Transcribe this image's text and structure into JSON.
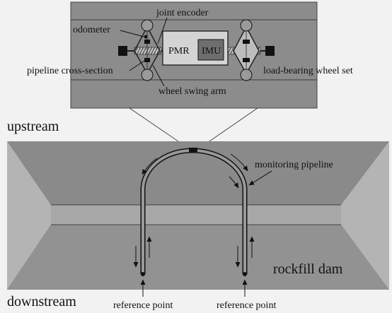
{
  "labels": {
    "joint_encoder": "joint encoder",
    "odometer": "odometer",
    "pmr": "PMR",
    "imu": "IMU",
    "pipeline_cross_section": "pipeline cross-section",
    "load_bearing_wheel_set": "load-bearing wheel set",
    "wheel_swing_arm": "wheel swing arm",
    "upstream": "upstream",
    "monitoring_pipeline": "monitoring pipeline",
    "rockfill_dam": "rockfill dam",
    "downstream": "downstream",
    "reference_point_left": "reference point",
    "reference_point_right": "reference point"
  },
  "colors": {
    "page_background": "#f2f2f2",
    "inset_background": "#8c8c8c",
    "pmr_body": "#d4d4d4",
    "imu_box": "#6e6e6e",
    "dam_crest": "#8a8a8a",
    "dam_side_face": "#b4b4b4",
    "dam_center_band": "#a8a8a8",
    "dam_lower_band": "#929292",
    "ink": "#111111"
  }
}
